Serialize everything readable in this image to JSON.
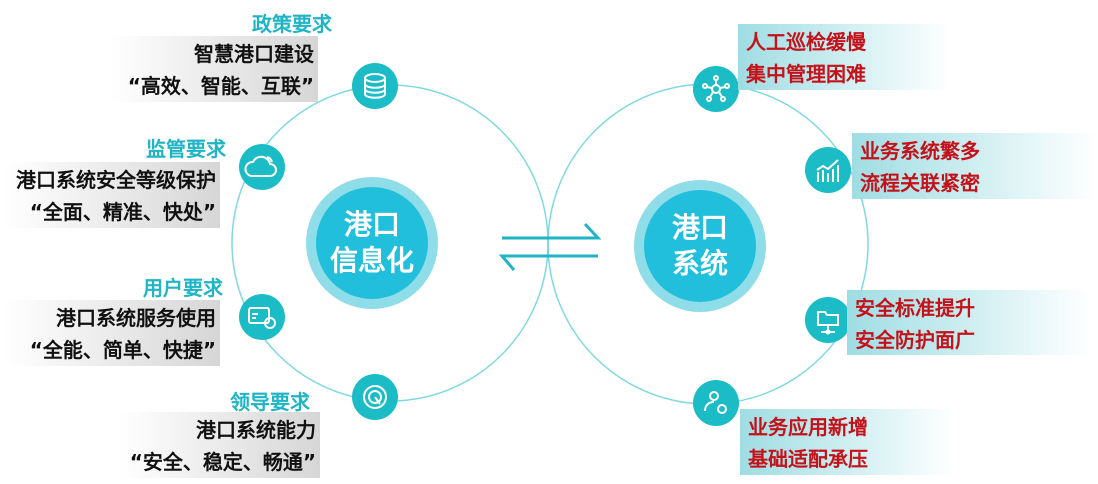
{
  "left": {
    "center": [
      "港口",
      "信息化"
    ],
    "items": [
      {
        "title": "政策要求",
        "lines": [
          "智慧港口建设",
          "“高效、智能、互联”"
        ],
        "icon": "database-icon"
      },
      {
        "title": "监管要求",
        "lines": [
          "港口系统安全等级保护",
          "“全面、精准、快处”"
        ],
        "icon": "cloud-icon"
      },
      {
        "title": "用户要求",
        "lines": [
          "港口系统服务使用",
          "“全能、简单、快捷”"
        ],
        "icon": "web-card-icon"
      },
      {
        "title": "领导要求",
        "lines": [
          "港口系统能力",
          "“安全、稳定、畅通”"
        ],
        "icon": "gauge-icon"
      }
    ]
  },
  "right": {
    "center": [
      "港口",
      "系统"
    ],
    "items": [
      {
        "lines": [
          "人工巡检缓慢",
          "集中管理困难"
        ],
        "icon": "network-icon"
      },
      {
        "lines": [
          "业务系统繁多",
          "流程关联紧密"
        ],
        "icon": "chart-icon"
      },
      {
        "lines": [
          "安全标准提升",
          "安全防护面广"
        ],
        "icon": "folder-network-icon"
      },
      {
        "lines": [
          "业务应用新增",
          "基础适配承压"
        ],
        "icon": "user-gear-icon"
      }
    ]
  },
  "colors": {
    "accent": "#1fb5c4",
    "ring": "#8fdde8",
    "core": "#22bfdc",
    "problem_text": "#c4121a"
  }
}
